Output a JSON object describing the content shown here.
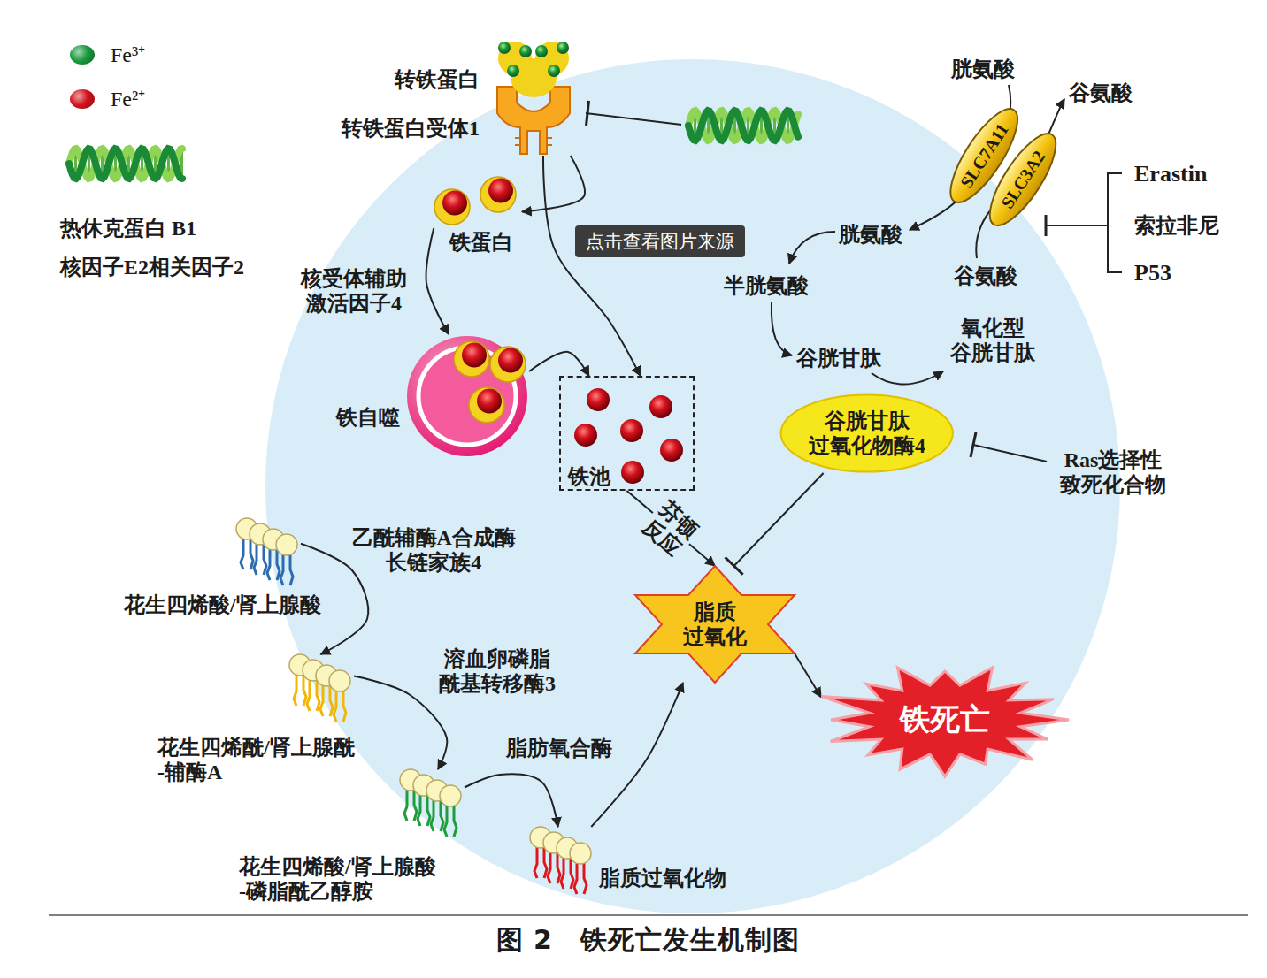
{
  "diagram": {
    "caption": "图 2　铁死亡发生机制图",
    "nodes": [
      {
        "text": [
          "转铁蛋白",
          "转铁蛋白受体1"
        ]
      },
      {
        "text": [
          "铁蛋白"
        ]
      },
      {
        "text": [
          "铁自噬"
        ]
      },
      {
        "text": [
          "铁池"
        ]
      },
      {
        "text": [
          "SLC7A11"
        ]
      },
      {
        "text": [
          "SLC3A2"
        ]
      },
      {
        "text": [
          "谷胱甘肽 过氧化物酶4"
        ]
      },
      {
        "text": [
          "花生四烯酸/肾上腺酸"
        ]
      },
      {
        "text": [
          "花生四烯酰/肾上腺酰 -辅酶A"
        ]
      },
      {
        "text": [
          "花生四烯酸/肾上腺酸 -磷脂酰乙醇胺"
        ]
      },
      {
        "text": [
          "脂质过氧化物"
        ]
      },
      {
        "text": [
          "脂质 过氧化"
        ]
      },
      {
        "text": [
          "铁死亡"
        ]
      }
    ],
    "edges": [
      {
        "from": 0,
        "to": 1,
        "arrow": "to"
      },
      {
        "from": 0,
        "to": 3,
        "arrow": "to"
      },
      {
        "from": 1,
        "to": 2,
        "arrow": "to",
        "label": "核受体辅助 激活因子4"
      },
      {
        "from": 2,
        "to": 3,
        "arrow": "to"
      },
      {
        "from": 3,
        "to": 11,
        "arrow": "to",
        "label": "芬顿 反应"
      },
      {
        "from": 6,
        "to": 11,
        "arrow": "to"
      },
      {
        "from": 7,
        "to": 8,
        "arrow": "to",
        "label": "乙酰辅酶A合成酶 长链家族4"
      },
      {
        "from": 8,
        "to": 9,
        "arrow": "to",
        "label": "溶血卵磷脂 酰基转移酶3"
      },
      {
        "from": 9,
        "to": 10,
        "arrow": "to",
        "label": "脂肪氧合酶"
      },
      {
        "from": 10,
        "to": 11,
        "arrow": "to"
      },
      {
        "from": 11,
        "to": 12,
        "arrow": "to"
      }
    ],
    "labels": [
      "胱氨酸",
      "谷氨酸",
      "胱氨酸",
      "半胱氨酸",
      "谷氨酸",
      "谷胱甘肽",
      "氧化型 谷胱甘肽",
      "Erastin",
      "索拉非尼",
      "P53",
      "Ras选择性 致死化合物",
      "点击查看图片来源"
    ],
    "legend": [
      {
        "text": "Fe³⁺",
        "color": "#1a9a3c"
      },
      {
        "text": "Fe²⁺",
        "color": "#d4111c"
      },
      {
        "text": "热休克蛋白 B1"
      },
      {
        "text": "核因子E2相关因子2"
      }
    ]
  }
}
